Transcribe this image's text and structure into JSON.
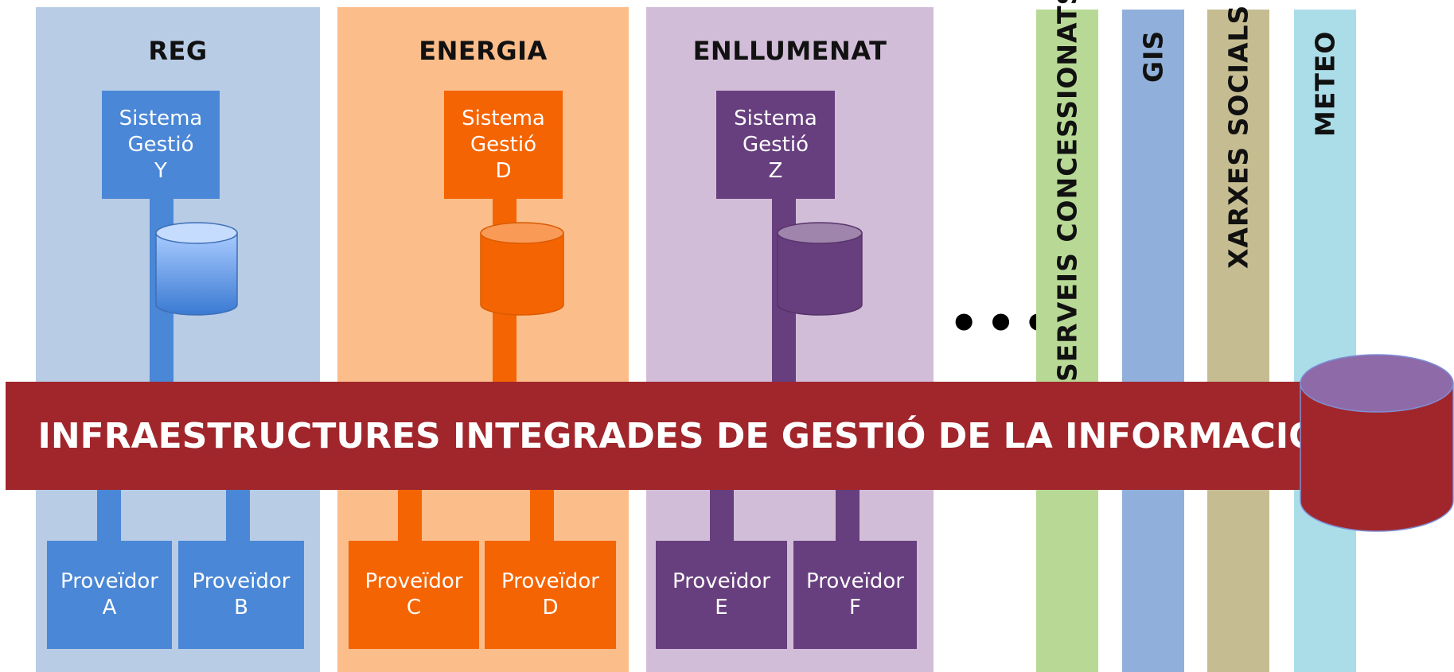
{
  "colors": {
    "reg_panel": "#b8cce6",
    "reg_dark": "#4a87d6",
    "energia_panel": "#fbbd8a",
    "energia_dark": "#f56402",
    "enllumenat_panel": "#d2bdd9",
    "enllumenat_dark": "#683f7e",
    "banner": "#a1262c",
    "serveis": "#b8d995",
    "gis": "#90b0db",
    "xarxes": "#c5bd91",
    "meteo": "#abdde8"
  },
  "panels": {
    "reg": {
      "title": "REG",
      "system": [
        "Sistema",
        "Gestió",
        "Y"
      ],
      "providers": [
        [
          "Proveïdor",
          "A"
        ],
        [
          "Proveïdor",
          "B"
        ]
      ]
    },
    "energia": {
      "title": "ENERGIA",
      "system": [
        "Sistema",
        "Gestió",
        "D"
      ],
      "providers": [
        [
          "Proveïdor",
          "C"
        ],
        [
          "Proveïdor",
          "D"
        ]
      ]
    },
    "enllumenat": {
      "title": "ENLLUMENAT",
      "system": [
        "Sistema",
        "Gestió",
        "Z"
      ],
      "providers": [
        [
          "Proveïdor",
          "E"
        ],
        [
          "Proveïdor",
          "F"
        ]
      ]
    }
  },
  "ellipsis": "•••",
  "columns": {
    "serveis": "SERVEIS CONCESSIONATS",
    "gis": "GIS",
    "xarxes": "XARXES SOCIALS",
    "meteo": "METEO"
  },
  "banner_text": "INFRAESTRUCTURES INTEGRADES DE GESTIÓ DE LA INFORMACIÓ"
}
